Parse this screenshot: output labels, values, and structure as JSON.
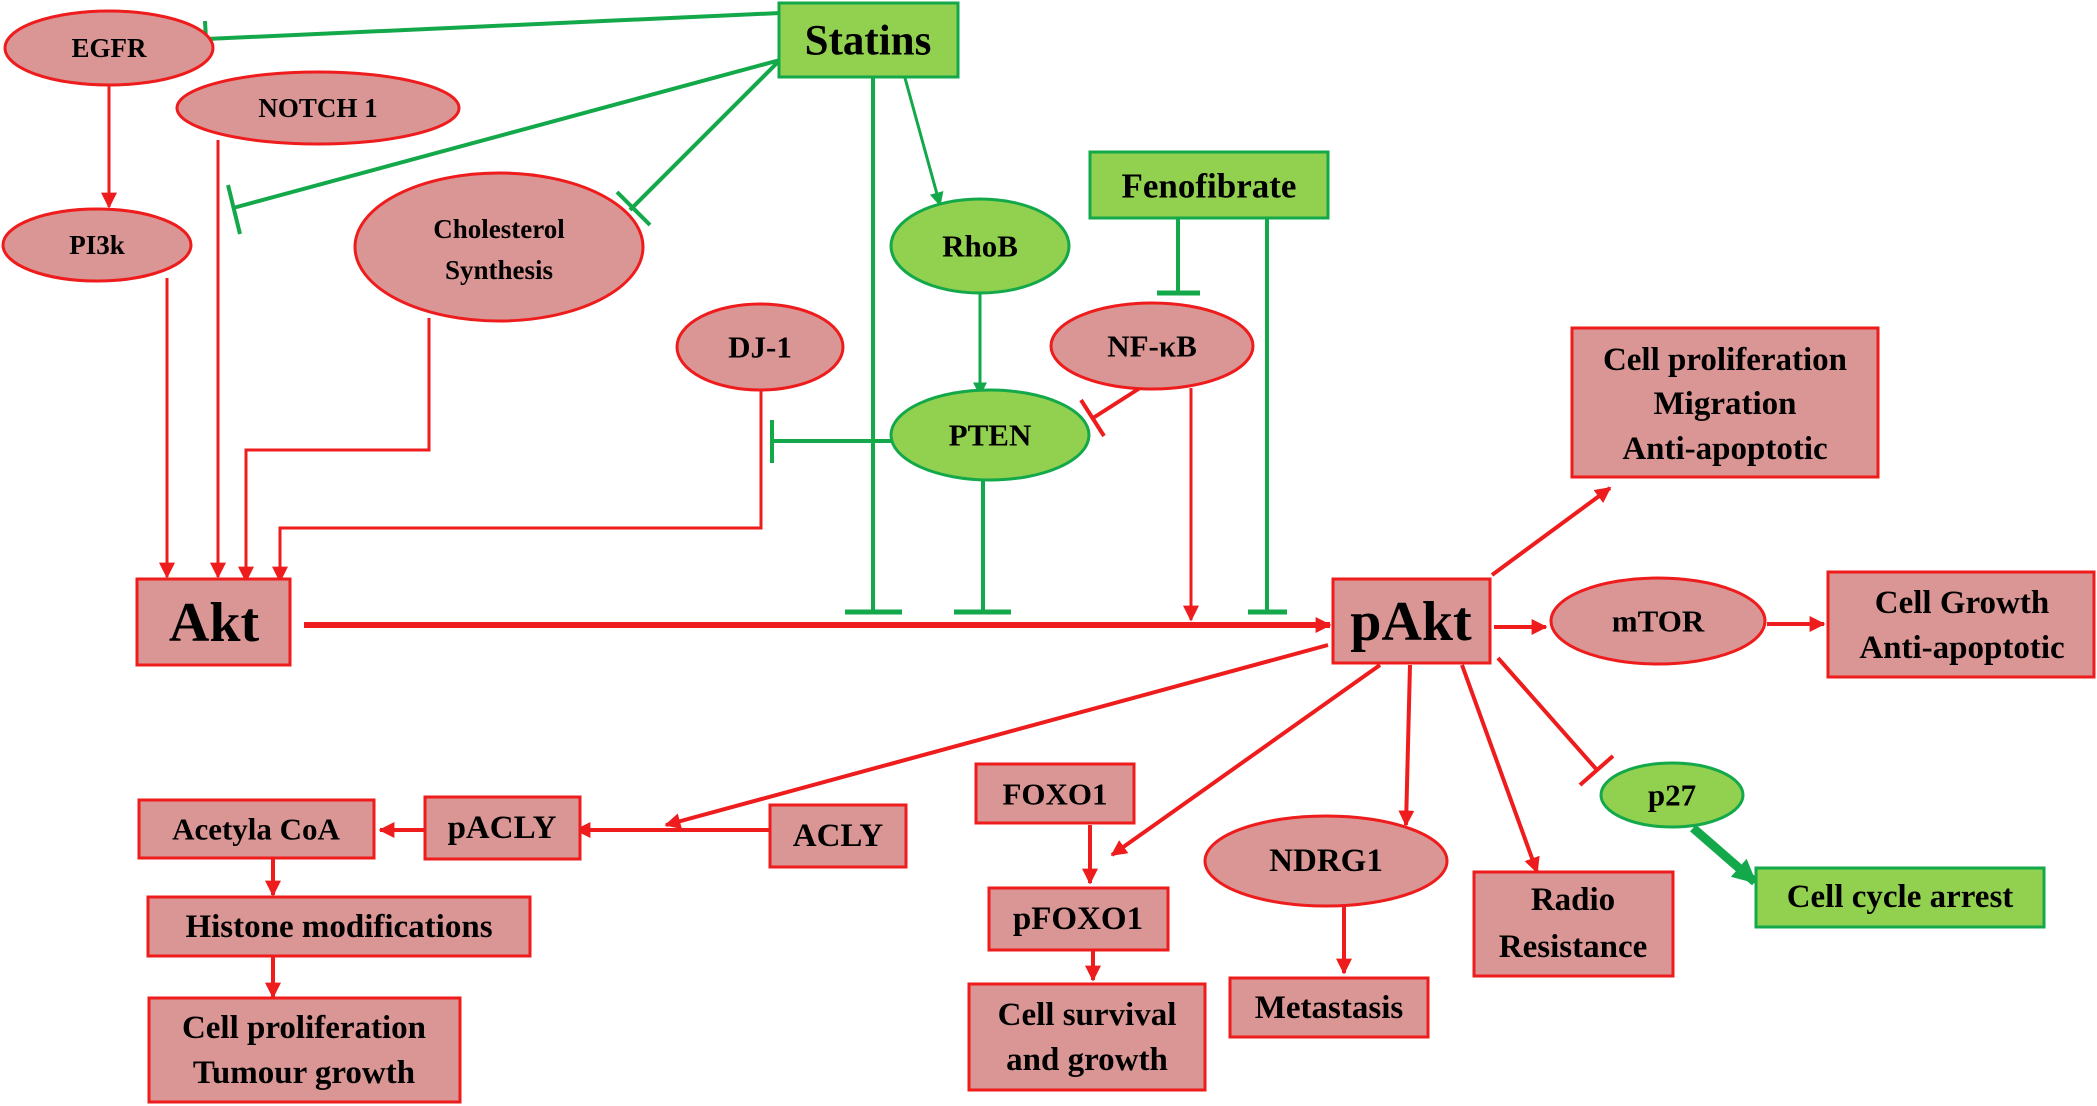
{
  "colors": {
    "red_fill": "#DA9694",
    "red_stroke": "#EE1C1C",
    "green_fill": "#92D050",
    "green_stroke": "#13A84A"
  },
  "nodes": {
    "egfr": "EGFR",
    "notch1": "NOTCH 1",
    "pi3k": "PI3k",
    "cholesterol": [
      "Cholesterol",
      "Synthesis"
    ],
    "statins": "Statins",
    "rhob": "RhoB",
    "fenofibrate": "Fenofibrate",
    "dj1": "DJ-1",
    "nfkb": "NF-κB",
    "pten": "PTEN",
    "akt": "Akt",
    "pakt": "pAkt",
    "cell_prolif_box": [
      "Cell proliferation",
      "Migration",
      "Anti-apoptotic"
    ],
    "mtor": "mTOR",
    "cell_growth_box": [
      "Cell Growth",
      "Anti-apoptotic"
    ],
    "acetyl_coa": "Acetyla CoA",
    "pacly": "pACLY",
    "acly": "ACLY",
    "foxo1": "FOXO1",
    "ndrg1": "NDRG1",
    "radio": [
      "Radio",
      "Resistance"
    ],
    "p27": "p27",
    "cell_cycle_arrest": "Cell cycle arrest",
    "histone": "Histone modifications",
    "pfoxo1": "pFOXO1",
    "metastasis": "Metastasis",
    "cell_prolif_tumour": [
      "Cell proliferation",
      "Tumour growth"
    ],
    "cell_survival": [
      "Cell survival",
      "and growth"
    ]
  }
}
